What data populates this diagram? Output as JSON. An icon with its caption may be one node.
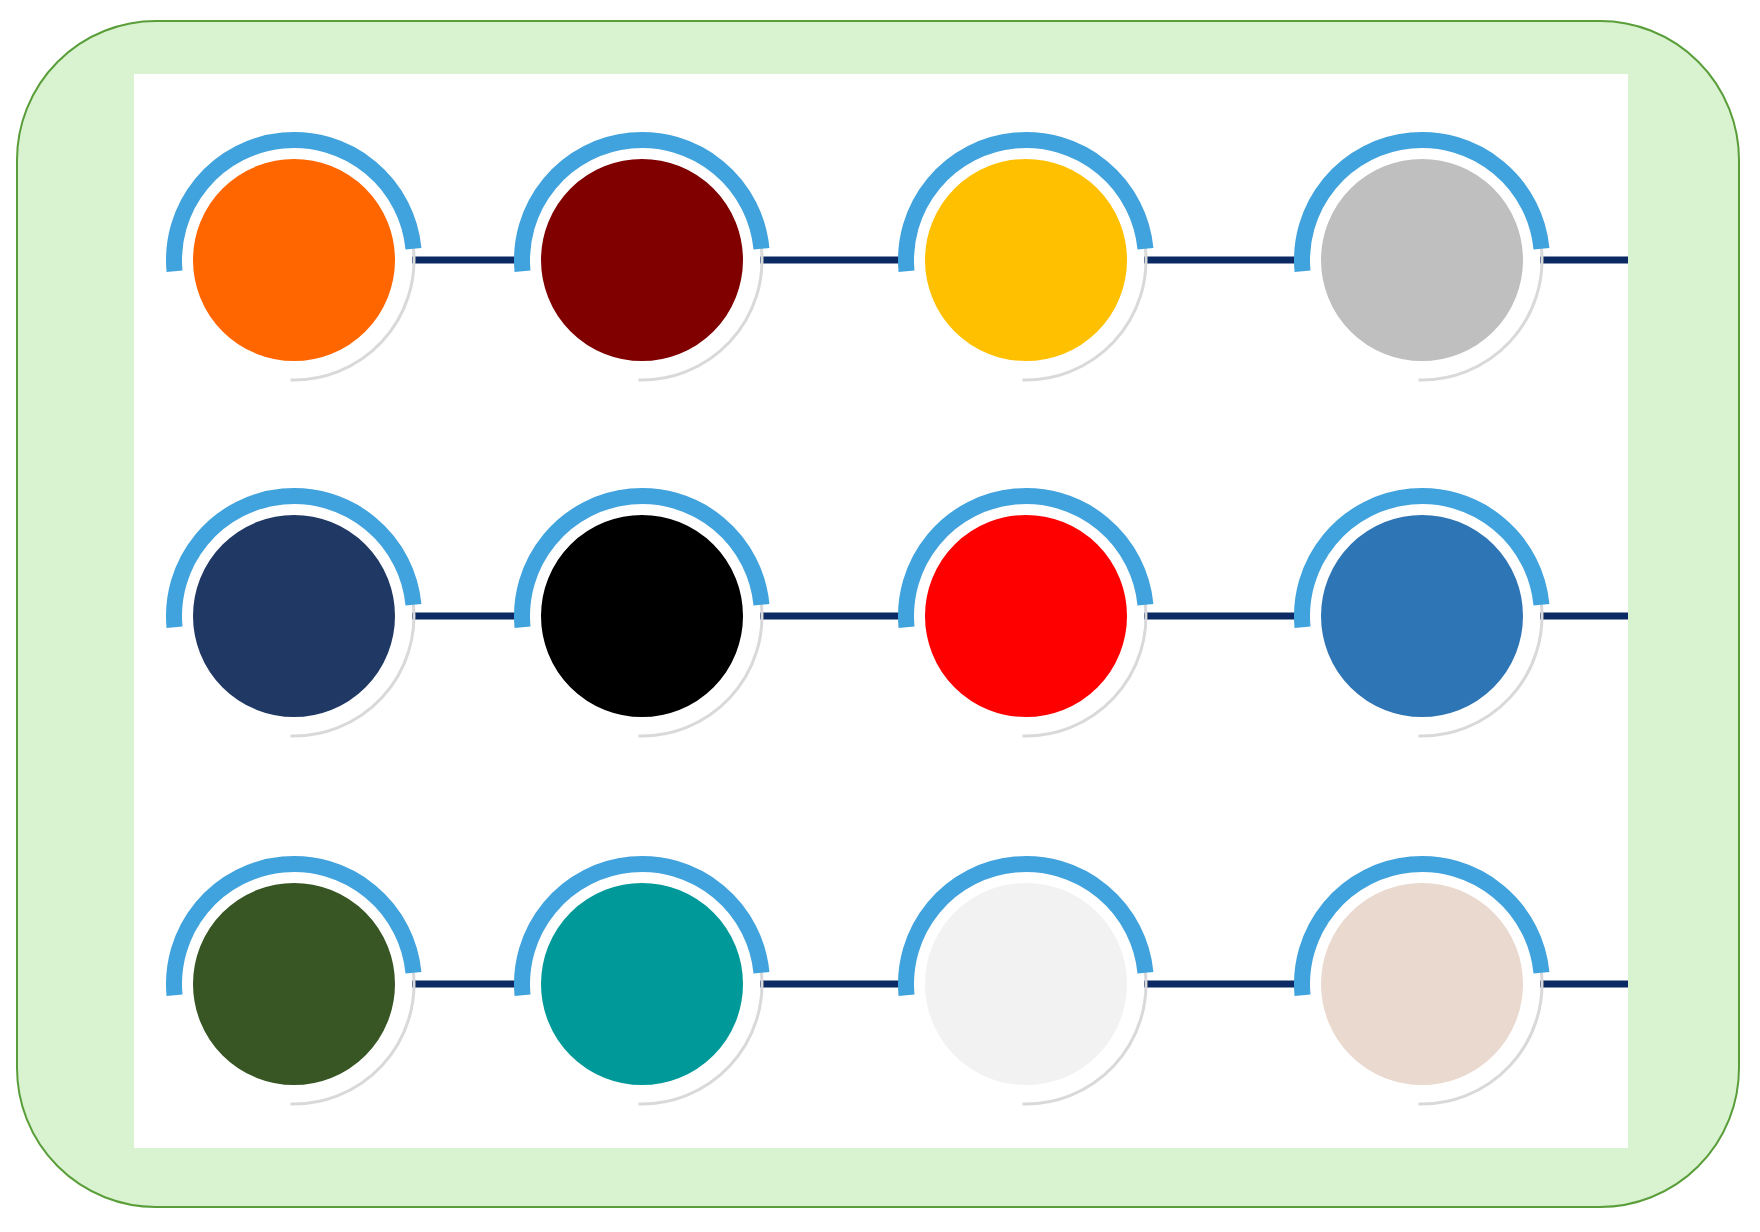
{
  "diagram": {
    "nodes": [
      {
        "text": [],
        "shape": "circle"
      },
      {
        "text": [],
        "shape": "circle"
      },
      {
        "text": [],
        "shape": "circle"
      },
      {
        "text": [],
        "shape": "circle"
      },
      {
        "text": [],
        "shape": "circle"
      },
      {
        "text": [],
        "shape": "circle"
      },
      {
        "text": [],
        "shape": "circle"
      },
      {
        "text": [],
        "shape": "circle"
      },
      {
        "text": [],
        "shape": "circle"
      },
      {
        "text": [],
        "shape": "circle"
      },
      {
        "text": [],
        "shape": "circle"
      },
      {
        "text": [],
        "shape": "circle"
      }
    ],
    "edges": [
      {
        "from": 0,
        "to": 1,
        "arrow": "none"
      },
      {
        "from": 1,
        "to": 2,
        "arrow": "none"
      },
      {
        "from": 2,
        "to": 3,
        "arrow": "none"
      },
      {
        "from": 3,
        "to": null,
        "arrow": "none"
      },
      {
        "from": 4,
        "to": 5,
        "arrow": "none"
      },
      {
        "from": 5,
        "to": 6,
        "arrow": "none"
      },
      {
        "from": 6,
        "to": 7,
        "arrow": "none"
      },
      {
        "from": 7,
        "to": null,
        "arrow": "none"
      },
      {
        "from": 8,
        "to": 9,
        "arrow": "none"
      },
      {
        "from": 9,
        "to": 10,
        "arrow": "none"
      },
      {
        "from": 10,
        "to": 11,
        "arrow": "none"
      },
      {
        "from": 11,
        "to": null,
        "arrow": "none"
      }
    ]
  }
}
